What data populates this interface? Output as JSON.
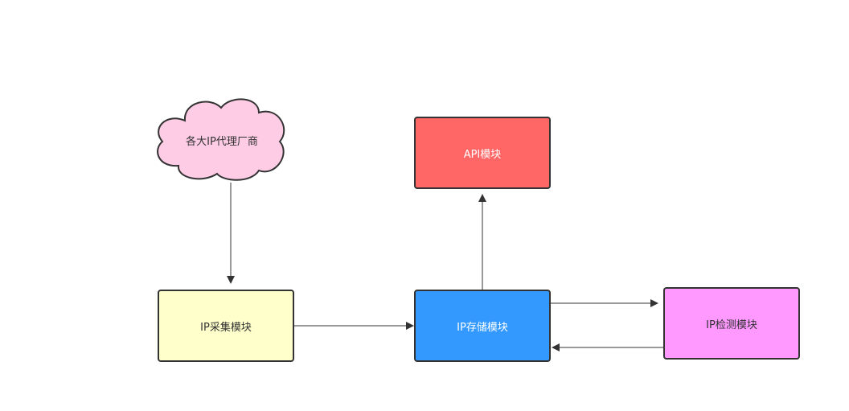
{
  "nodes": {
    "vendors": {
      "label": "各大IP代理厂商",
      "fill": "#FFCCE6"
    },
    "api": {
      "label": "API模块",
      "fill": "#FF6666"
    },
    "collect": {
      "label": "IP采集模块",
      "fill": "#FFFFCC"
    },
    "storage": {
      "label": "IP存储模块",
      "fill": "#3399FF"
    },
    "check": {
      "label": "IP检测模块",
      "fill": "#FF99FF"
    }
  },
  "edges": [
    {
      "from": "vendors",
      "to": "collect"
    },
    {
      "from": "collect",
      "to": "storage"
    },
    {
      "from": "storage",
      "to": "api"
    },
    {
      "from": "storage",
      "to": "check"
    },
    {
      "from": "check",
      "to": "storage"
    }
  ],
  "colors": {
    "stroke": "#333333",
    "edge": "#333333"
  }
}
